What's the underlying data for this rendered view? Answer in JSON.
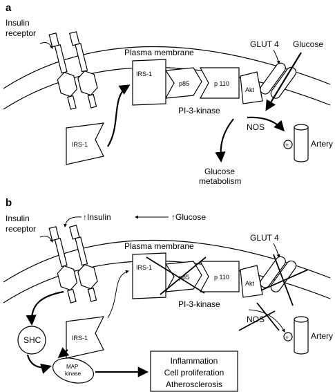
{
  "panel_a": {
    "letter": "a",
    "insulin_receptor": [
      "Insulin",
      "receptor"
    ],
    "plasma_membrane": "Plasma membrane",
    "glut4": "GLUT 4",
    "glucose": "Glucose",
    "irs1_membrane": "IRS-1",
    "p85": "p85",
    "p110": "p 110",
    "akt": "Akt",
    "pi3k": "PI-3-kinase",
    "irs1_free": "IRS-1",
    "nos": "NOS",
    "artery": "Artery",
    "plus": "+",
    "metabolism": [
      "Glucose",
      "metabolism"
    ]
  },
  "panel_b": {
    "letter": "b",
    "insulin_receptor": [
      "Insulin",
      "receptor"
    ],
    "insulin_up": "↑Insulin",
    "glucose_up": "↑Glucose",
    "plasma_membrane": "Plasma membrane",
    "glut4": "GLUT 4",
    "irs1_membrane": "IRS-1",
    "p85": "p85",
    "p110": "p 110",
    "akt": "Akt",
    "pi3k": "PI-3-kinase",
    "irs1_free": "IRS-1",
    "shc": "SHC",
    "map_kinase": [
      "MAP",
      "kinase"
    ],
    "nos": "NOS",
    "artery": "Artery",
    "plus": "+",
    "outcomes": [
      "Inflammation",
      "Cell proliferation",
      "Atherosclerosis"
    ]
  }
}
